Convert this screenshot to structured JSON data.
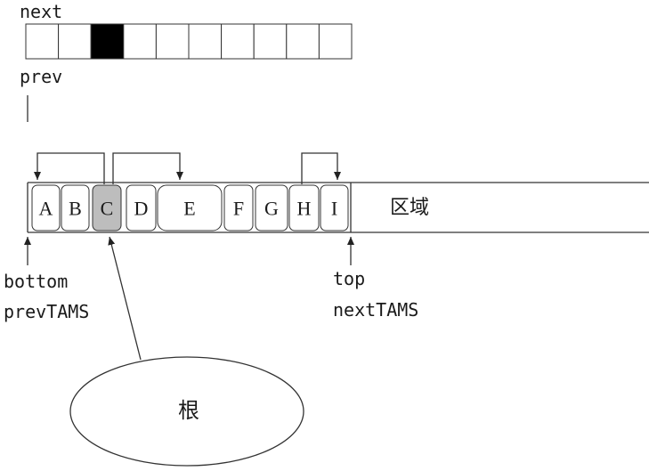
{
  "labels": {
    "next": "next",
    "prev": "prev",
    "bottom": "bottom",
    "prev_tams": "prevTAMS",
    "top": "top",
    "next_tams": "nextTAMS",
    "region": "区域",
    "root": "根"
  },
  "bitmap": {
    "cell_count": 10,
    "marked_index": 2,
    "fill_color": "#ffffff",
    "marked_color": "#000000"
  },
  "objects": [
    {
      "label": "A",
      "highlighted": false
    },
    {
      "label": "B",
      "highlighted": false
    },
    {
      "label": "C",
      "highlighted": true
    },
    {
      "label": "D",
      "highlighted": false
    },
    {
      "label": "E",
      "highlighted": false
    },
    {
      "label": "F",
      "highlighted": false
    },
    {
      "label": "G",
      "highlighted": false
    },
    {
      "label": "H",
      "highlighted": false
    },
    {
      "label": "I",
      "highlighted": false
    }
  ],
  "colors": {
    "object_fill": "#ffffff",
    "highlight_fill": "#bdbdbd",
    "stroke": "#333333"
  }
}
